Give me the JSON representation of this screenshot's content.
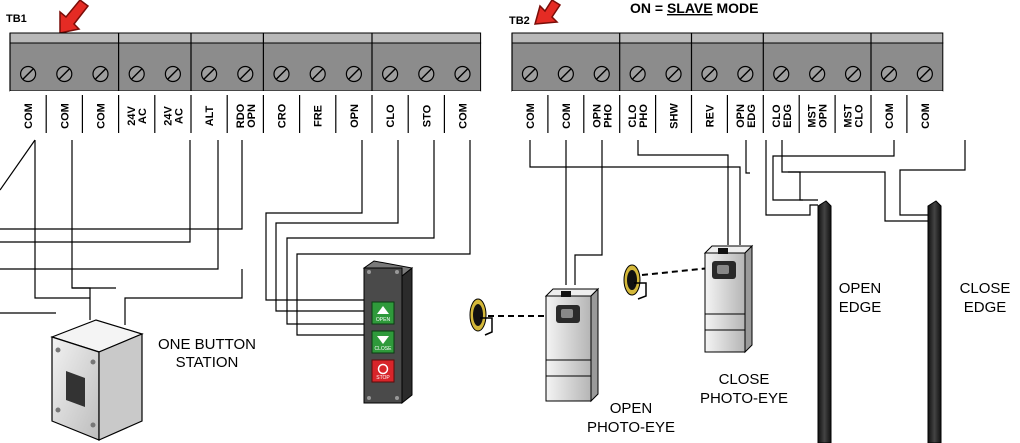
{
  "header": {
    "tb1": "TB1",
    "tb2": "TB2",
    "mode_prefix": "ON = ",
    "mode_emphasis": "SLAVE",
    "mode_suffix": " MODE"
  },
  "tb1_terminals": [
    [
      "COM"
    ],
    [
      "COM"
    ],
    [
      "COM"
    ],
    [
      "24V",
      "AC"
    ],
    [
      "24V",
      "AC"
    ],
    [
      "ALT"
    ],
    [
      "RDO",
      "OPN"
    ],
    [
      "CRO"
    ],
    [
      "FRE"
    ],
    [
      "OPN"
    ],
    [
      "CLO"
    ],
    [
      "STO"
    ],
    [
      "COM"
    ]
  ],
  "tb2_terminals": [
    [
      "COM"
    ],
    [
      "COM"
    ],
    [
      "OPN",
      "PHO"
    ],
    [
      "CLO",
      "PHO"
    ],
    [
      "SHW"
    ],
    [
      "REV"
    ],
    [
      "OPN",
      "EDG"
    ],
    [
      "CLO",
      "EDG"
    ],
    [
      "MST",
      "OPN"
    ],
    [
      "MST",
      "CLO"
    ],
    [
      "COM"
    ],
    [
      "COM"
    ]
  ],
  "devices": {
    "one_button_station": [
      "ONE BUTTON",
      "STATION"
    ],
    "open_photo_eye": [
      "OPEN",
      "PHOTO-EYE"
    ],
    "close_photo_eye": [
      "CLOSE",
      "PHOTO-EYE"
    ],
    "open_edge": [
      "OPEN",
      "EDGE"
    ],
    "close_edge": [
      "CLOSE",
      "EDGE"
    ]
  },
  "push_buttons": [
    "OPEN",
    "CLOSE",
    "STOP"
  ],
  "colors": {
    "arrow": "#e52b24",
    "block": "#8c8c8c",
    "block_top": "#b8b8b8",
    "button_green": "#2f9a3b",
    "button_red": "#d8252a",
    "station_body": "#4a4a4a",
    "eye_body": "#d6d6d6"
  }
}
